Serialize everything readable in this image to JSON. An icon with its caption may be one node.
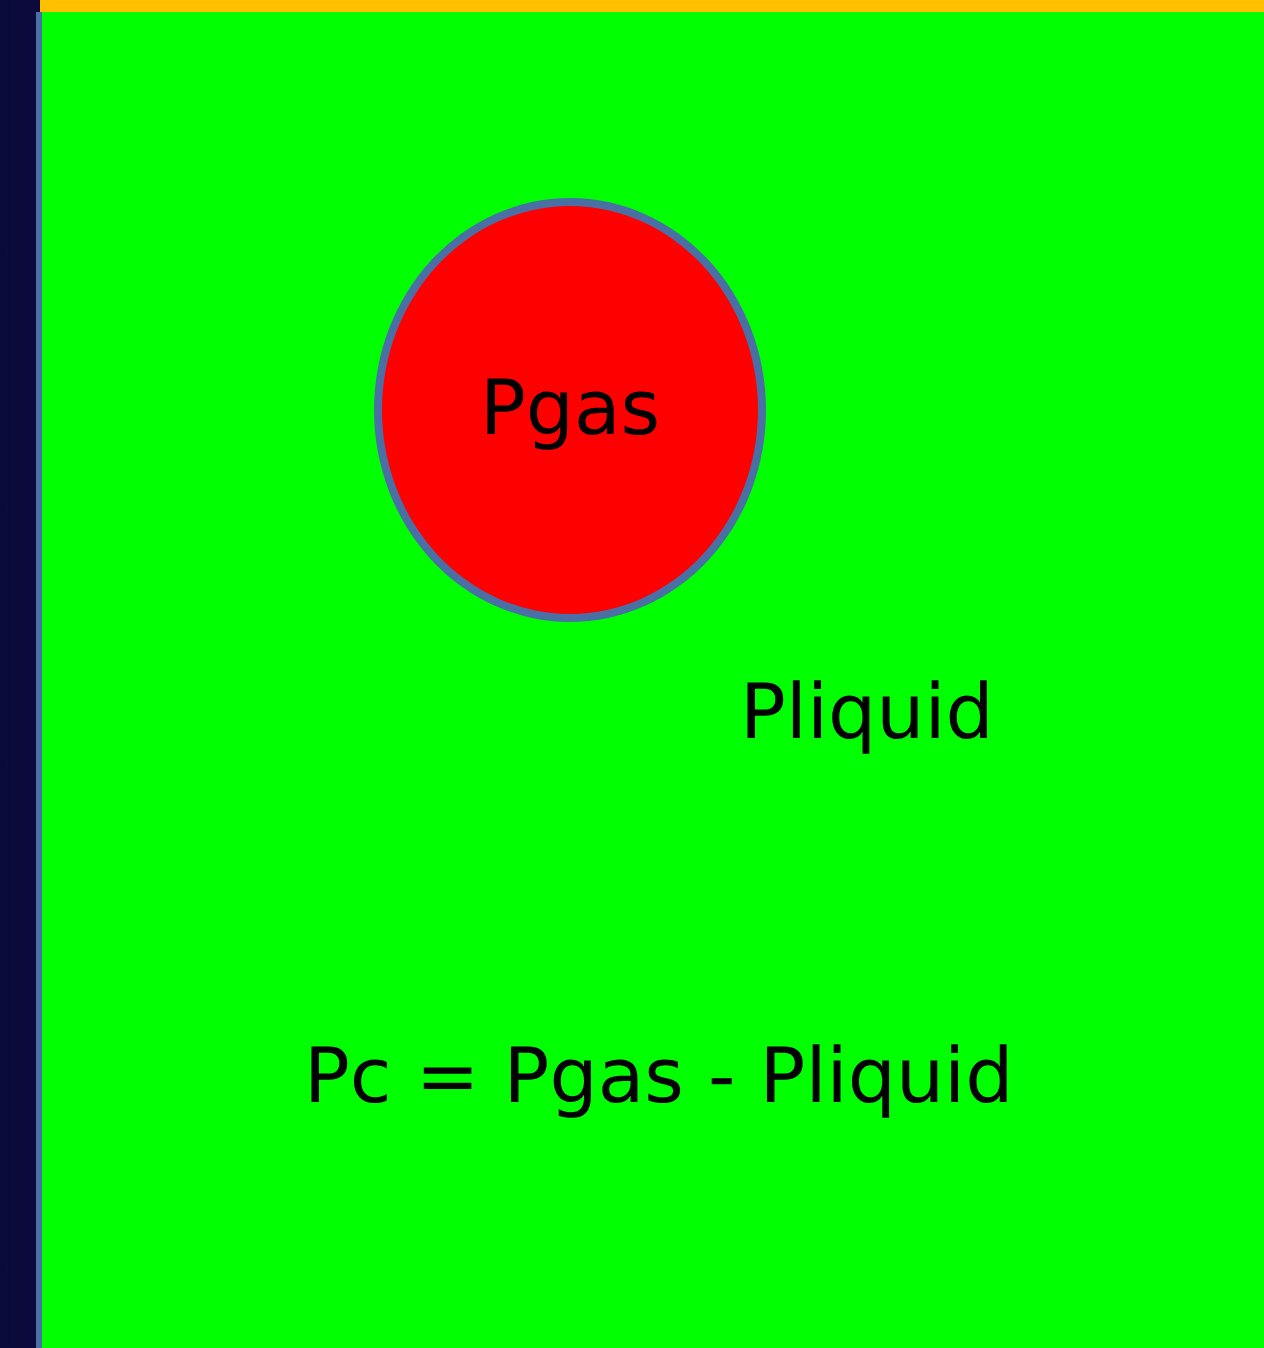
{
  "diagram": {
    "nodes": [
      {
        "text": [
          "Pliquid"
        ]
      },
      {
        "text": [
          "Pgas"
        ],
        "in": 0
      }
    ],
    "labels": [
      "Pc = Pgas - Pliquid"
    ]
  }
}
